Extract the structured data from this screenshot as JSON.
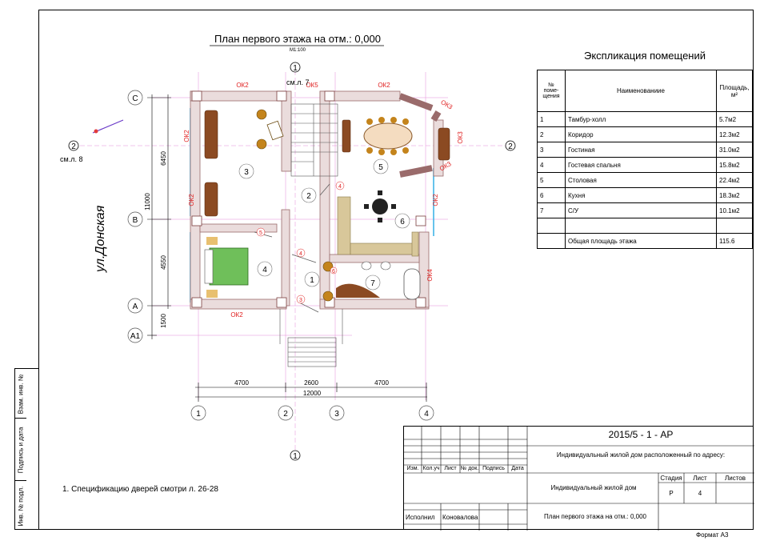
{
  "plan": {
    "title": "План первого этажа на отм.: 0,000",
    "scale": "М1:100",
    "street": "ул.Донская",
    "see_sheet_7": "см.л. 7",
    "see_sheet_8": "см.л. 8",
    "section_marker": "1",
    "section_marker_side": "2"
  },
  "axes": {
    "letters": [
      "C",
      "B",
      "A",
      "A1"
    ],
    "numbers": [
      "1",
      "2",
      "3",
      "4"
    ]
  },
  "dimensions": {
    "horizontal": [
      "4700",
      "2600",
      "4700"
    ],
    "total": "12000",
    "vertical": [
      "6450",
      "4550",
      "1500"
    ],
    "vertical_total": "11000"
  },
  "windows": {
    "ok2": "ОК2",
    "ok5": "ОК5",
    "ok3": "ОК3",
    "ok4": "ОК4"
  },
  "room_numbers": [
    "1",
    "2",
    "3",
    "4",
    "5",
    "6",
    "7"
  ],
  "door_marks": [
    "4",
    "5",
    "4",
    "3",
    "6"
  ],
  "explication": {
    "title": "Экспликация помещений",
    "headers": {
      "num": "№ поме- щения",
      "name": "Наименованиие",
      "area": "Площадь, м²"
    },
    "rows": [
      {
        "num": "1",
        "name": "Тамбур-холл",
        "area": "5.7м2"
      },
      {
        "num": "2",
        "name": "Коридор",
        "area": "12.3м2"
      },
      {
        "num": "3",
        "name": "Гостиная",
        "area": "31.0м2"
      },
      {
        "num": "4",
        "name": "Гостевая спальня",
        "area": "15.8м2"
      },
      {
        "num": "5",
        "name": "Столовая",
        "area": "22.4м2"
      },
      {
        "num": "6",
        "name": "Кухня",
        "area": "18.3м2"
      },
      {
        "num": "7",
        "name": "С/У",
        "area": "10.1м2"
      }
    ],
    "total_label": "Общая площадь этажа",
    "total_value": "115.6"
  },
  "note": "1. Спецификацию дверей смотри л. 26-28",
  "side_strip": [
    "Взам. инв. №",
    "Подпись и дата",
    "Инв. № подл."
  ],
  "stamp": {
    "doc_code": "2015/5 - 1 - АР",
    "address": "Индивидуальный жилой дом расположенный по адресу:",
    "object": "Индивидуальный жилой дом",
    "sheet_title": "План первого этажа на отм.: 0,000",
    "col_headers": [
      "Изм.",
      "Кол.уч",
      "Лист",
      "№ док.",
      "Подпись",
      "Дата"
    ],
    "performer_label": "Исполнил",
    "performer_name": "Коновалова",
    "stage_label": "Стадия",
    "sheet_label": "Лист",
    "sheets_label": "Листов",
    "stage": "Р",
    "sheet": "4",
    "sheets": ""
  },
  "format": "Формат А3"
}
